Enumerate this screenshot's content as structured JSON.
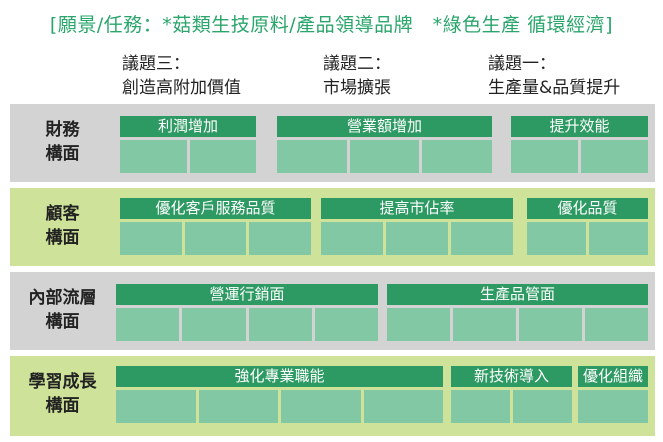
{
  "title": "[願景/任務：*菇類生技原料/產品領導品牌　*綠色生產 循環經濟]",
  "colors": {
    "title": "#2aa56b",
    "band_gray": "#d3d3d3",
    "band_green": "#cfe29a",
    "header": "#2e9a63",
    "cell": "#82c8a4"
  },
  "issues": [
    {
      "heading": "議題三：",
      "text": "創造高附加價值"
    },
    {
      "heading": "議題二：",
      "text": "市場擴張"
    },
    {
      "heading": "議題一：",
      "text": "生產量&品質提升"
    }
  ],
  "bands": [
    {
      "line1": "財務",
      "line2": "構面",
      "groups": [
        {
          "label": "利潤增加",
          "cells": 2
        },
        {
          "label": "營業額增加",
          "cells": 3
        },
        {
          "label": "提升效能",
          "cells": 2
        }
      ]
    },
    {
      "line1": "顧客",
      "line2": "構面",
      "groups": [
        {
          "label": "優化客戶服務品質",
          "cells": 3
        },
        {
          "label": "提高市佔率",
          "cells": 3
        },
        {
          "label": "優化品質",
          "cells": 2
        }
      ]
    },
    {
      "line1": "內部流層",
      "line2": "構面",
      "groups": [
        {
          "label": "營運行銷面",
          "cells": 4
        },
        {
          "label": "生產品管面",
          "cells": 4
        }
      ]
    },
    {
      "line1": "學習成長",
      "line2": "構面",
      "groups": [
        {
          "label": "強化專業職能",
          "cells": 4
        },
        {
          "label": "新技術導入",
          "cells": 2
        },
        {
          "label": "優化組織",
          "cells": 1
        }
      ]
    }
  ]
}
